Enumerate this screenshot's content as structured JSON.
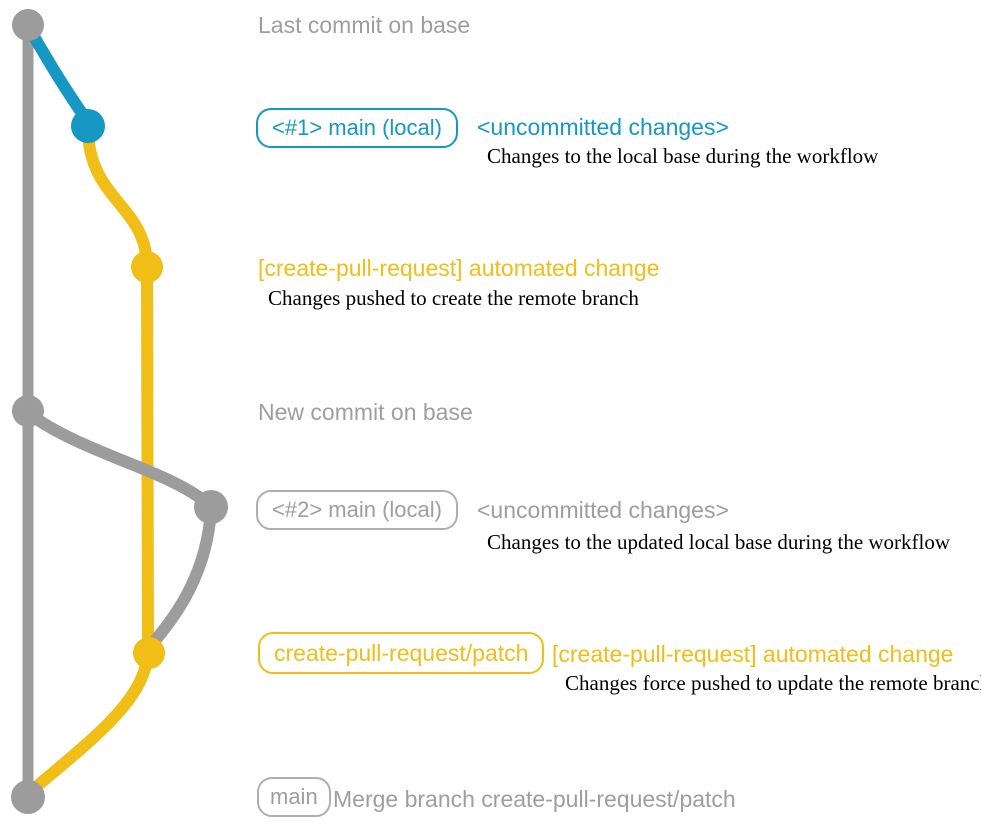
{
  "colors": {
    "gray": "#9C9C9C",
    "blue": "#1598C3",
    "yellow": "#F0BE16",
    "badge_border_gray": "#AFAFAF",
    "gray_text": "#9E9E9E",
    "description_text": "#000000"
  },
  "sections": {
    "base_tip": {
      "label": "Last commit on base"
    },
    "local_commit_1": {
      "badge": "<#1> main (local)",
      "status": "<uncommitted changes>",
      "description": "Changes to the local base during the workflow"
    },
    "remote_push_1": {
      "title": "[create-pull-request] automated change",
      "description": "Changes pushed to create the remote branch"
    },
    "new_base_commit": {
      "label": "New commit on base"
    },
    "local_commit_2": {
      "badge": "<#2> main (local)",
      "status": "<uncommitted changes>",
      "description": "Changes to the updated local base during the workflow"
    },
    "remote_push_2": {
      "badge": "create-pull-request/patch",
      "title": "[create-pull-request] automated change",
      "description": "Changes force pushed to update the remote branch"
    },
    "merge_commit": {
      "badge": "main",
      "message": "Merge branch create-pull-request/patch"
    }
  }
}
